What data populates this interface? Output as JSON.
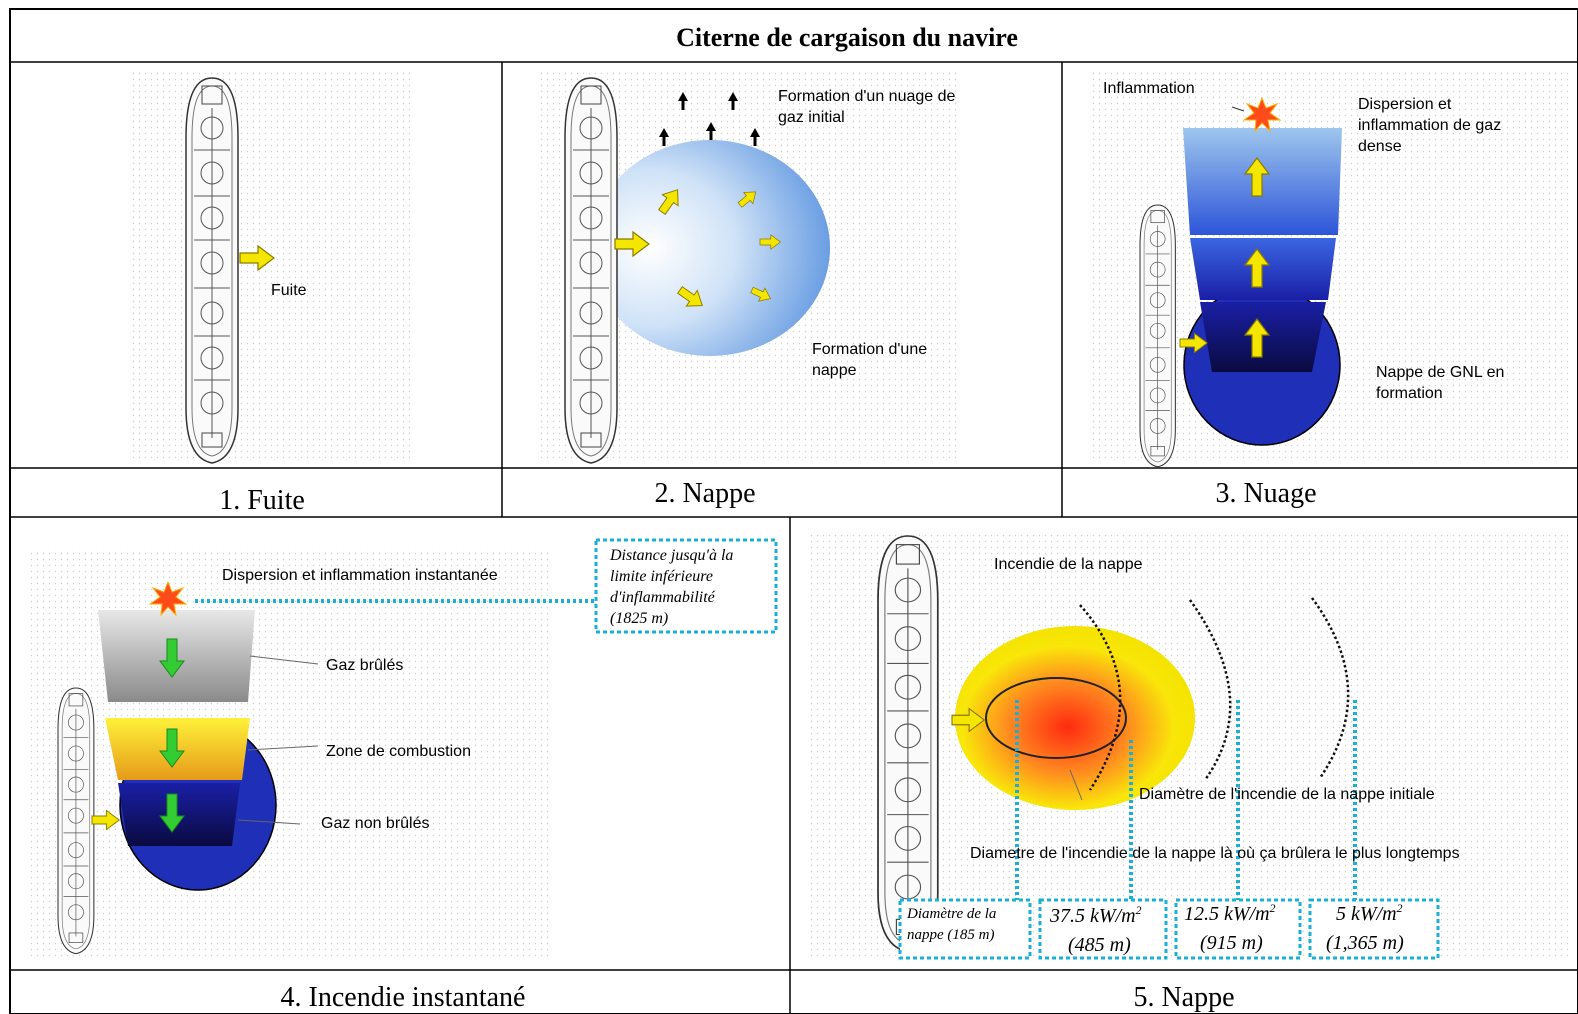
{
  "title": "Citerne de cargaison du navire",
  "panels": {
    "p1": {
      "caption": "1. Fuite",
      "label_leak": "Fuite"
    },
    "p2": {
      "caption": "2. Nappe",
      "label_cloud_l1": "Formation d'un nuage de",
      "label_cloud_l2": "gaz initial",
      "label_pool_l1": "Formation d'une",
      "label_pool_l2": "nappe"
    },
    "p3": {
      "caption": "3. Nuage",
      "label_ignition": "Inflammation",
      "label_disp_l1": "Dispersion et",
      "label_disp_l2": "inflammation de gaz",
      "label_disp_l3": "dense",
      "label_pool_l1": "Nappe de GNL en",
      "label_pool_l2": "formation"
    },
    "p4": {
      "caption": "4. Incendie instantané",
      "label_disp": "Dispersion et inflammation instantanée",
      "box_l1": "Distance jusqu'à la",
      "box_l2": "limite inférieure",
      "box_l3": "d'inflammabilité",
      "box_l4": "(1825 m)",
      "label_burnt": "Gaz brûlés",
      "label_comb": "Zone de combustion",
      "label_unburnt": "Gaz non brûlés"
    },
    "p5": {
      "caption": "5. Nappe",
      "label_fire": "Incendie de la nappe",
      "label_diam_init": "Diamètre de l'incendie de la nappe initiale",
      "label_diam_long": "Diametre de l'incendie de la nappe là où ça brûlera le plus longtemps",
      "boxes": [
        {
          "l1": "Diamètre de la",
          "l2": "nappe (185 m)"
        },
        {
          "l1": "37.5 kW/m",
          "sup": "2",
          "l2": "(485 m)"
        },
        {
          "l1": "12.5 kW/m",
          "sup": "2",
          "l2": "(915 m)"
        },
        {
          "l1": "5 kW/m",
          "sup": "2",
          "l2": "(1,365 m)"
        }
      ]
    }
  },
  "icons": [
    "ship-icon",
    "arrow-icon",
    "explosion-icon",
    "gas-cloud-icon",
    "pool-icon",
    "flame-icon"
  ],
  "colors": {
    "arrow_yellow": "#f5e600",
    "cyan_dotted": "#1ab0d6",
    "pool_blue": "#1f2fb8",
    "flame_yellow": "#f4e300",
    "flame_red": "#ff3a10",
    "green_arrow": "#33cc33"
  }
}
